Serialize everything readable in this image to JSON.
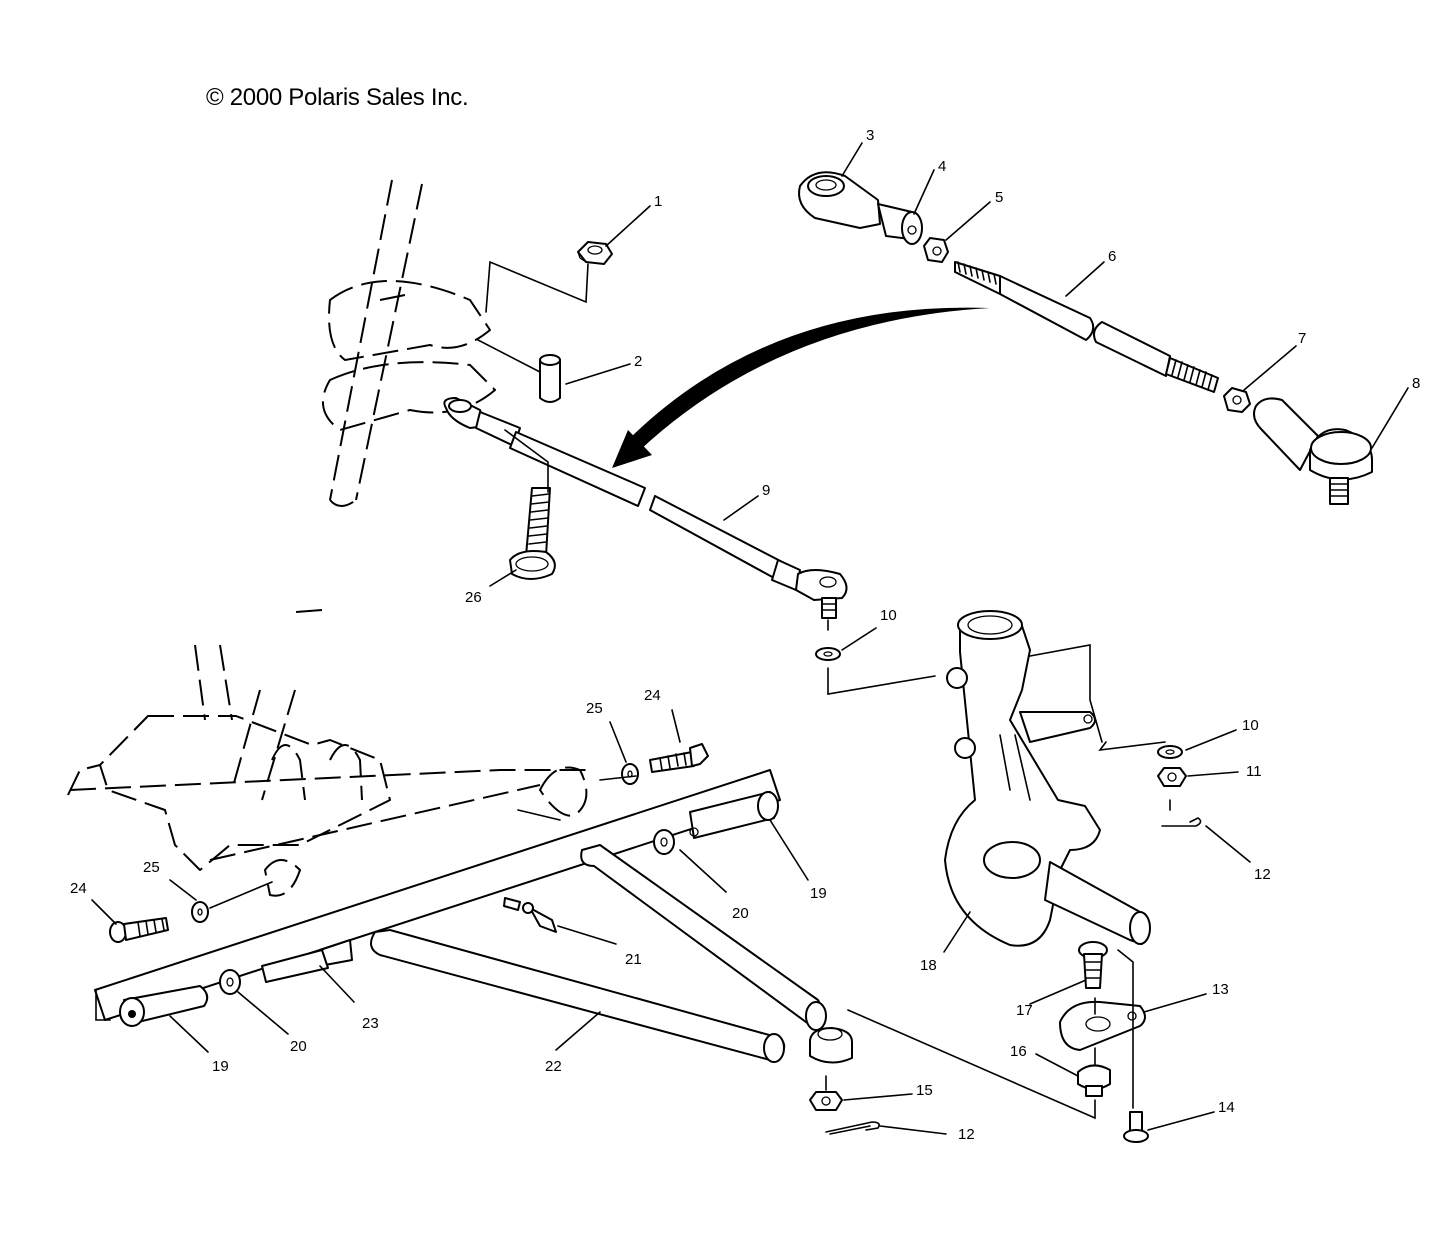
{
  "copyright": "© 2000 Polaris Sales Inc.",
  "callouts": [
    {
      "label": "1"
    },
    {
      "label": "2"
    },
    {
      "label": "3"
    },
    {
      "label": "4"
    },
    {
      "label": "5"
    },
    {
      "label": "6"
    },
    {
      "label": "7"
    },
    {
      "label": "8"
    },
    {
      "label": "9"
    },
    {
      "label": "10"
    },
    {
      "label": "10"
    },
    {
      "label": "11"
    },
    {
      "label": "12"
    },
    {
      "label": "12"
    },
    {
      "label": "13"
    },
    {
      "label": "14"
    },
    {
      "label": "15"
    },
    {
      "label": "16"
    },
    {
      "label": "17"
    },
    {
      "label": "18"
    },
    {
      "label": "19"
    },
    {
      "label": "19"
    },
    {
      "label": "20"
    },
    {
      "label": "20"
    },
    {
      "label": "21"
    },
    {
      "label": "22"
    },
    {
      "label": "23"
    },
    {
      "label": "24"
    },
    {
      "label": "24"
    },
    {
      "label": "25"
    },
    {
      "label": "25"
    },
    {
      "label": "26"
    }
  ]
}
